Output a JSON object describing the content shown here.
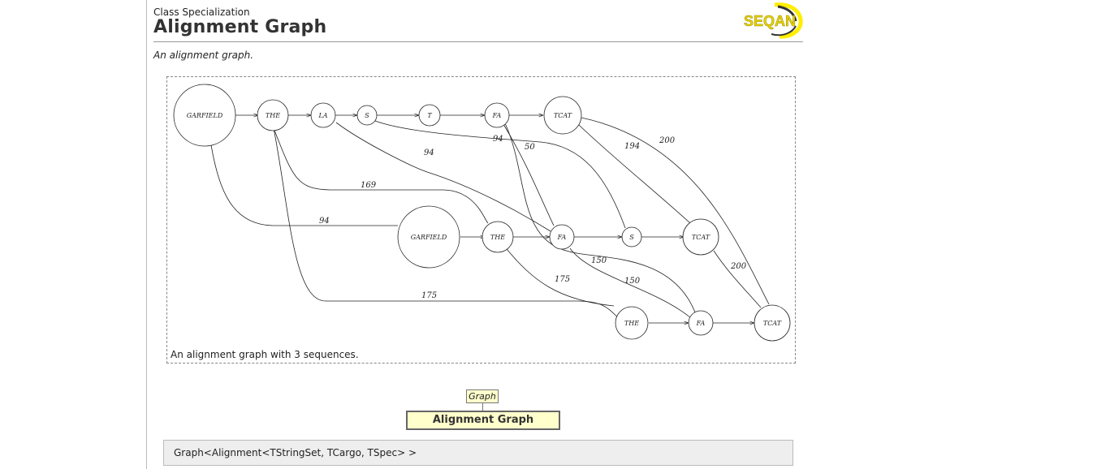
{
  "page": {
    "kind_label": "Class Specialization",
    "title": "Alignment Graph",
    "summary": "An alignment graph.",
    "logo_text": "SEQAN"
  },
  "figure": {
    "caption": "An alignment graph with 3 sequences.",
    "nodes": [
      {
        "id": "s1n1",
        "label": "GARFIELD"
      },
      {
        "id": "s1n2",
        "label": "THE"
      },
      {
        "id": "s1n3",
        "label": "LA"
      },
      {
        "id": "s1n4",
        "label": "S"
      },
      {
        "id": "s1n5",
        "label": "T"
      },
      {
        "id": "s1n6",
        "label": "FA"
      },
      {
        "id": "s1n7",
        "label": "TCAT"
      },
      {
        "id": "s2n1",
        "label": "GARFIELD"
      },
      {
        "id": "s2n2",
        "label": "THE"
      },
      {
        "id": "s2n3",
        "label": "FA"
      },
      {
        "id": "s2n4",
        "label": "S"
      },
      {
        "id": "s2n5",
        "label": "TCAT"
      },
      {
        "id": "s3n1",
        "label": "THE"
      },
      {
        "id": "s3n2",
        "label": "FA"
      },
      {
        "id": "s3n3",
        "label": "TCAT"
      }
    ],
    "edge_weights": [
      "94",
      "94",
      "50",
      "94",
      "169",
      "194",
      "200",
      "200",
      "150",
      "175",
      "150",
      "175"
    ]
  },
  "inheritance": {
    "base_class": "Graph",
    "this_class": "Alignment Graph"
  },
  "signature": "Graph<Alignment<TStringSet, TCargo, TSpec> >"
}
